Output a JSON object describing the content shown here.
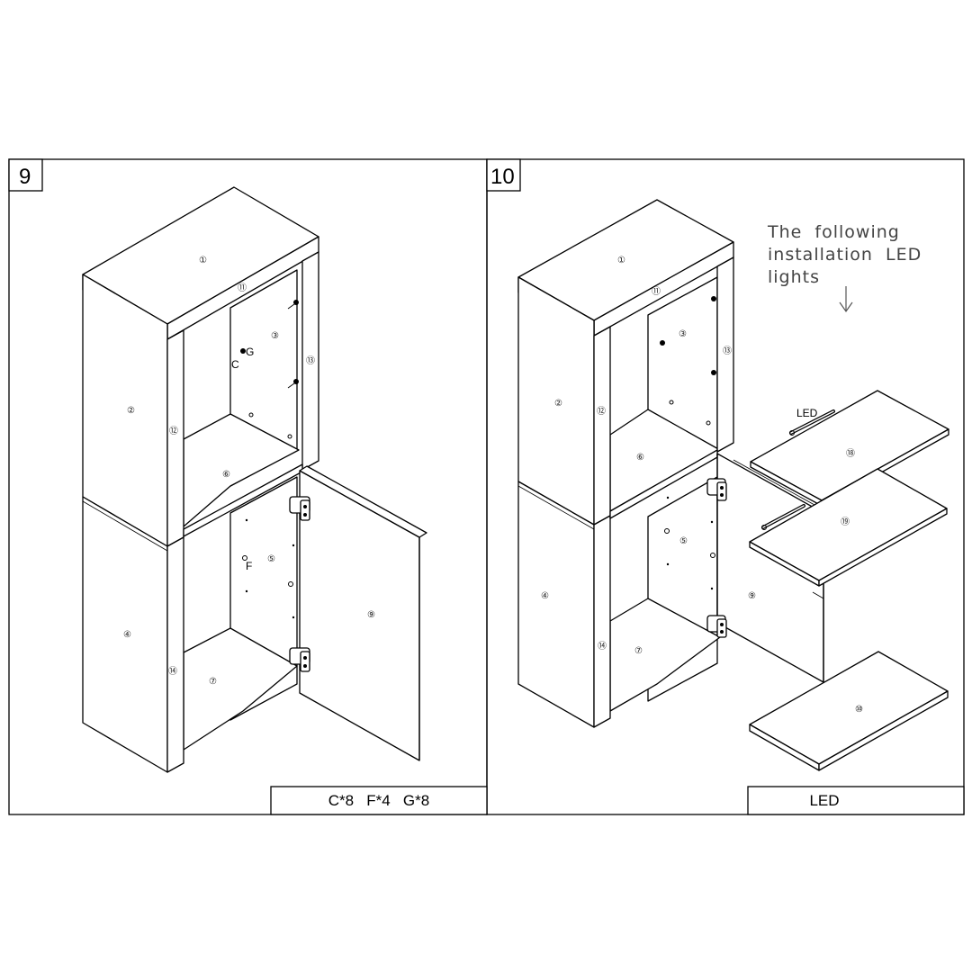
{
  "steps": [
    {
      "number": "9",
      "parts": {
        "p1": "①",
        "p2": "②",
        "p3": "③",
        "p4": "④",
        "p5": "⑤",
        "p6": "⑥",
        "p7": "⑦",
        "p9": "⑨",
        "p11": "⑪",
        "p12": "⑫",
        "p13": "⑬",
        "p14": "⑭"
      },
      "hardware_labels": {
        "c": "C",
        "g": "G",
        "f": "F"
      },
      "footer": "C*8   F*4   G*8"
    },
    {
      "number": "10",
      "parts": {
        "p1": "①",
        "p2": "②",
        "p3": "③",
        "p4": "④",
        "p5": "⑤",
        "p6": "⑥",
        "p7": "⑦",
        "p9": "⑨",
        "p10": "⑩",
        "p11": "⑪",
        "p12": "⑫",
        "p13": "⑬",
        "p14": "⑭",
        "p18": "⑱",
        "p19": "⑲"
      },
      "led_label": "LED",
      "note_lines": [
        "The  following",
        "installation  LED",
        "lights"
      ],
      "footer": "LED"
    }
  ]
}
